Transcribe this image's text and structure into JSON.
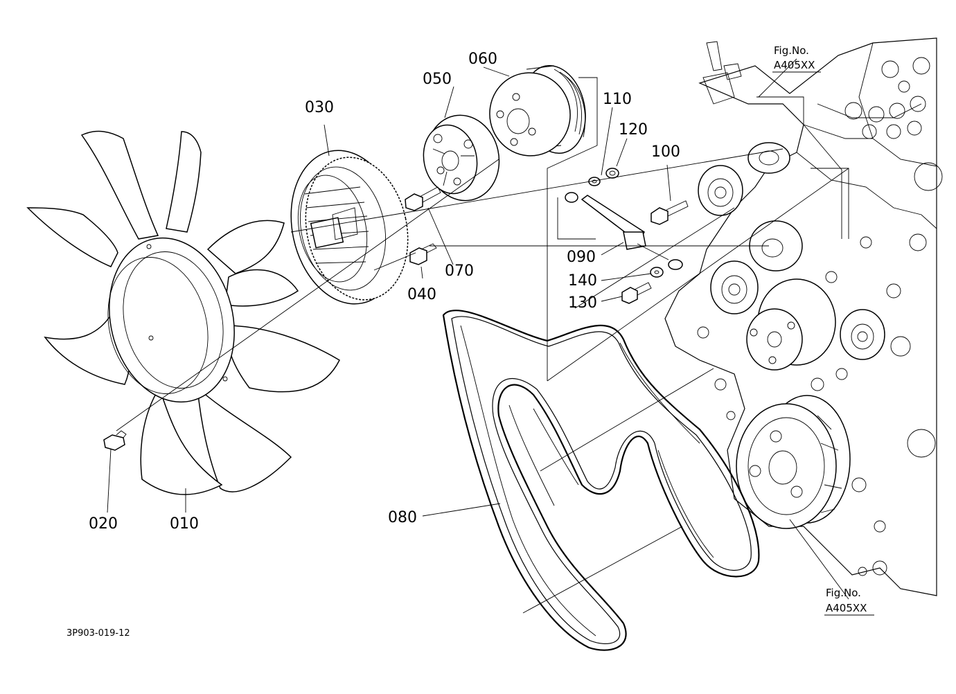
{
  "diagram": {
    "parts": [
      {
        "id": "010",
        "name": "fan"
      },
      {
        "id": "020",
        "name": "bolt"
      },
      {
        "id": "030",
        "name": "fan-clutch"
      },
      {
        "id": "040",
        "name": "bolt"
      },
      {
        "id": "050",
        "name": "spacer"
      },
      {
        "id": "060",
        "name": "fan-pulley"
      },
      {
        "id": "070",
        "name": "bolt"
      },
      {
        "id": "080",
        "name": "v-belt"
      },
      {
        "id": "090",
        "name": "tensioner-damper"
      },
      {
        "id": "100",
        "name": "bolt"
      },
      {
        "id": "110",
        "name": "washer"
      },
      {
        "id": "120",
        "name": "nut"
      },
      {
        "id": "130",
        "name": "bolt"
      },
      {
        "id": "140",
        "name": "washer"
      }
    ],
    "labels": {
      "p010": "010",
      "p020": "020",
      "p030": "030",
      "p040": "040",
      "p050": "050",
      "p060": "060",
      "p070": "070",
      "p080": "080",
      "p090": "090",
      "p100": "100",
      "p110": "110",
      "p120": "120",
      "p130": "130",
      "p140": "140"
    },
    "fig_refs": {
      "top": {
        "line1": "Fig.No.",
        "line2": "A405XX"
      },
      "bottom": {
        "line1": "Fig.No.",
        "line2": "A405XX"
      }
    },
    "doc_id": "3P903-019-12"
  }
}
